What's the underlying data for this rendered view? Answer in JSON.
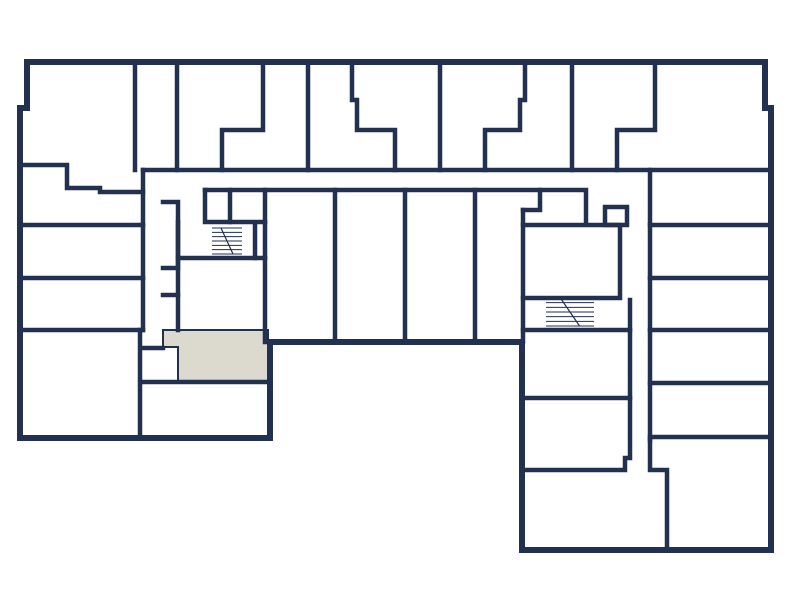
{
  "plan": {
    "type": "floor-plan",
    "colors": {
      "wall": "#22314f",
      "highlight": "#dcd9cf",
      "background": "#ffffff"
    },
    "highlighted_unit": "selected-unit",
    "stairs_count": 2
  }
}
